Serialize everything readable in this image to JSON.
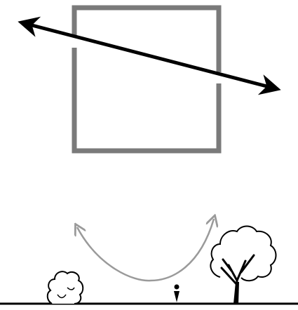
{
  "diagram": {
    "description_free": true,
    "elements": {
      "square_frame": {
        "icon": "square-frame"
      },
      "double_arrow": {
        "icon": "double-headed-arrow"
      },
      "curved_arrow": {
        "icon": "curved-double-headed-arrow"
      },
      "shrub": {
        "icon": "shrub-icon"
      },
      "tree": {
        "icon": "tree-icon"
      },
      "person_marker": {
        "icon": "person-marker-icon"
      }
    },
    "colors": {
      "frame": "#7a7a7a",
      "arrow": "#000000",
      "curve": "#9a9a9a",
      "ground": "#000000",
      "plant_outline": "#000000"
    }
  }
}
